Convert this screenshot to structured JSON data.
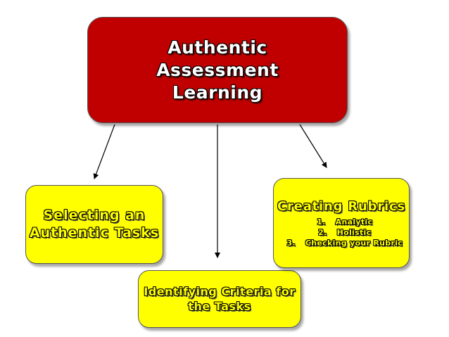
{
  "root": {
    "text": "Authentic Assessment Learning"
  },
  "children": {
    "left": {
      "text": "Selecting an Authentic Tasks"
    },
    "middle": {
      "text": "Identifying Criteria for the Tasks"
    },
    "right": {
      "heading": "Creating Rubrics",
      "items": [
        {
          "number": "1.",
          "label": "Analytic"
        },
        {
          "number": "2.",
          "label": "Holistic"
        },
        {
          "number": "3.",
          "label": "Checking your Rubric"
        }
      ]
    }
  },
  "colors": {
    "root_fill": "#c00000",
    "child_fill": "#ffff00",
    "root_text": "#ffffff",
    "child_text": "#ffff00",
    "text_outline": "#000000",
    "arrow": "#000000"
  }
}
